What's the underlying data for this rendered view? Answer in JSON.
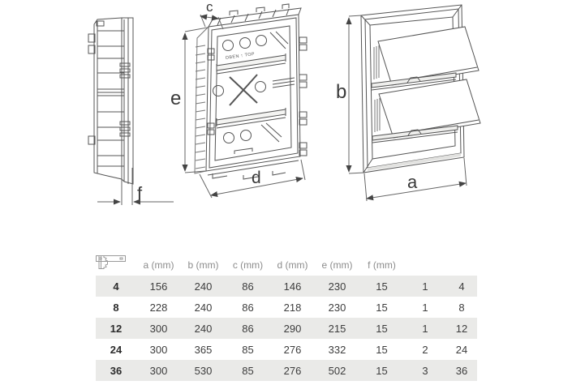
{
  "drawings": {
    "side_view": {
      "dim_f_label": "f"
    },
    "box_view": {
      "dim_c_label": "c",
      "dim_e_label": "e",
      "dim_d_label": "d",
      "orientation_label": "OBEN ↑ TOP"
    },
    "front_view": {
      "dim_b_label": "b",
      "dim_a_label": "a"
    }
  },
  "table": {
    "headers": [
      "a (mm)",
      "b (mm)",
      "c (mm)",
      "d (mm)",
      "e (mm)",
      "f (mm)"
    ],
    "icon_columns": [
      "din-rail",
      "module"
    ],
    "rows": [
      {
        "label": "4",
        "values": [
          "156",
          "240",
          "86",
          "146",
          "230",
          "15",
          "1",
          "4"
        ]
      },
      {
        "label": "8",
        "values": [
          "228",
          "240",
          "86",
          "218",
          "230",
          "15",
          "1",
          "8"
        ]
      },
      {
        "label": "12",
        "values": [
          "300",
          "240",
          "86",
          "290",
          "215",
          "15",
          "1",
          "12"
        ]
      },
      {
        "label": "24",
        "values": [
          "300",
          "365",
          "85",
          "276",
          "332",
          "15",
          "2",
          "24"
        ]
      },
      {
        "label": "36",
        "values": [
          "300",
          "530",
          "85",
          "276",
          "502",
          "15",
          "3",
          "36"
        ]
      }
    ],
    "row_shade_color": "#eaeae8"
  },
  "colors": {
    "line": "#555555",
    "background": "#ffffff"
  }
}
